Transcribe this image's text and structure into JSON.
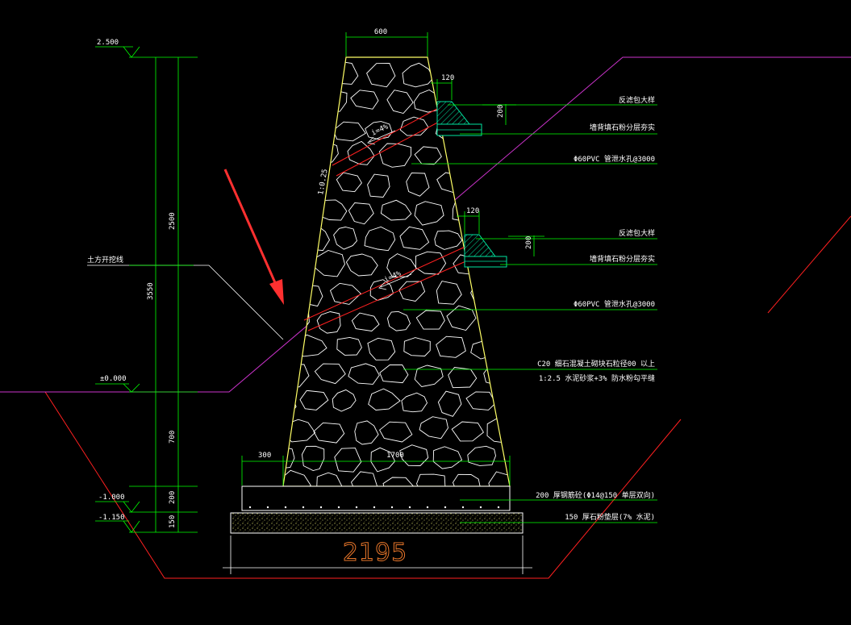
{
  "colors": {
    "background": "#000000",
    "dimension": "#00ff00",
    "wall_outline": "#ffff66",
    "stone": "#ffffff",
    "slope_line": "#cc33cc",
    "excavation": "#ff2020",
    "drain_pipe": "#ff2020",
    "filter_pack": "#00e5a0",
    "arrow": "#ff3030",
    "big_dim": "#e8762a"
  },
  "elevations": {
    "top": "2.500",
    "ground": "±0.000",
    "base": "-1.000",
    "bottom": "-1.150"
  },
  "dims": {
    "top_width": "600",
    "notch1": "120",
    "notch2": "120",
    "filter_h1": "200",
    "filter_h2": "200",
    "slope_ratio": "1:0.25",
    "wall_above": "2500",
    "total_h": "3550",
    "wall_below": "700",
    "slab": "200",
    "cushion": "150",
    "toe": "300",
    "base_width": "1700",
    "overall": "2195"
  },
  "drain_slope_1": "i=4%",
  "drain_slope_2": "i=4%",
  "left_label": "土方开挖线",
  "callouts": {
    "filter1": "反滤包大样",
    "backfill1": "墙背填石粉分层夯实",
    "pipe1": "Φ60PVC  管泄水孔@3000",
    "filter2": "反滤包大样",
    "backfill2": "墙背填石粉分层夯实",
    "pipe2": "Φ60PVC  管泄水孔@3000",
    "body_line1": "C20  细石混凝土砌块石粒径00  以上",
    "body_line2": "1:2.5  水泥砂浆+3%  防水粉勾平缝",
    "slab": "200  厚钢筋砼(Φ14@150  单层双向)",
    "cushion": "150  厚石粉垫层(7%  水泥)"
  }
}
